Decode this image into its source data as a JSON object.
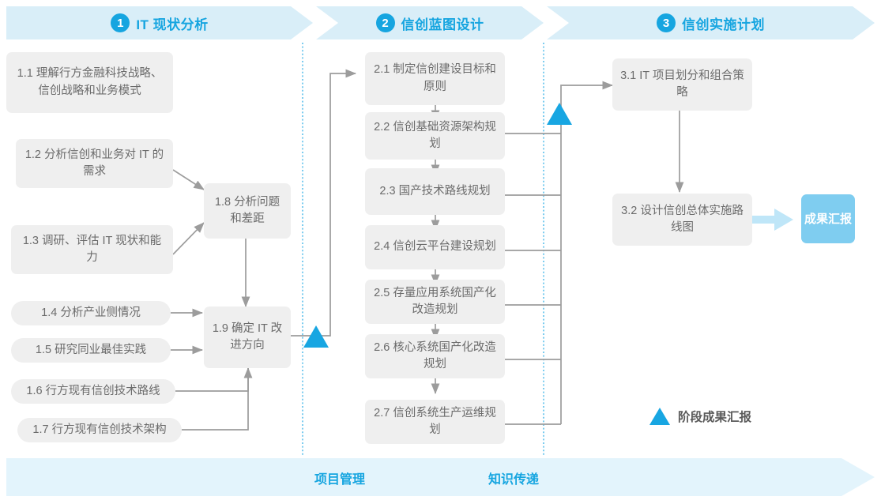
{
  "header": {
    "phases": [
      {
        "num": "1",
        "label": "IT 现状分析"
      },
      {
        "num": "2",
        "label": "信创蓝图设计"
      },
      {
        "num": "3",
        "label": "信创实施计划"
      }
    ]
  },
  "phase1": {
    "boxes": [
      {
        "id": "1.1",
        "text": "1.1 理解行方金融科技战略、信创战略和业务模式"
      },
      {
        "id": "1.2",
        "text": "1.2 分析信创和业务对 IT 的需求"
      },
      {
        "id": "1.3",
        "text": "1.3 调研、评估 IT 现状和能力"
      },
      {
        "id": "1.4",
        "text": "1.4 分析产业侧情况"
      },
      {
        "id": "1.5",
        "text": "1.5 研究同业最佳实践"
      },
      {
        "id": "1.6",
        "text": "1.6 行方现有信创技术路线"
      },
      {
        "id": "1.7",
        "text": "1.7 行方现有信创技术架构"
      },
      {
        "id": "1.8",
        "text": "1.8 分析问题和差距"
      },
      {
        "id": "1.9",
        "text": "1.9 确定 IT 改进方向"
      }
    ]
  },
  "phase2": {
    "boxes": [
      {
        "id": "2.1",
        "text": "2.1 制定信创建设目标和原则"
      },
      {
        "id": "2.2",
        "text": "2.2 信创基础资源架构规划"
      },
      {
        "id": "2.3",
        "text": "2.3 国产技术路线规划"
      },
      {
        "id": "2.4",
        "text": "2.4 信创云平台建设规划"
      },
      {
        "id": "2.5",
        "text": "2.5 存量应用系统国产化改造规划"
      },
      {
        "id": "2.6",
        "text": "2.6 核心系统国产化改造规划"
      },
      {
        "id": "2.7",
        "text": "2.7 信创系统生产运维规划"
      }
    ]
  },
  "phase3": {
    "boxes": [
      {
        "id": "3.1",
        "text": "3.1 IT 项目划分和组合策略"
      },
      {
        "id": "3.2",
        "text": "3.2 设计信创总体实施路线图"
      }
    ],
    "result_badge": "成果汇报"
  },
  "legend": {
    "label": "阶段成果汇报",
    "marker": "milestone-triangle"
  },
  "footer": {
    "items": [
      "项目管理",
      "知识传递"
    ]
  },
  "colors": {
    "accent": "#16A5E0",
    "header_band": "#D9EEF8",
    "footer_band": "#E3F4FC",
    "box_fill": "#EFEFEF",
    "box_text": "#6B6B6B",
    "badge_fill": "#7FCDF0",
    "connector": "#9C9C9C",
    "divider_dotted": "#5BC0EB"
  }
}
